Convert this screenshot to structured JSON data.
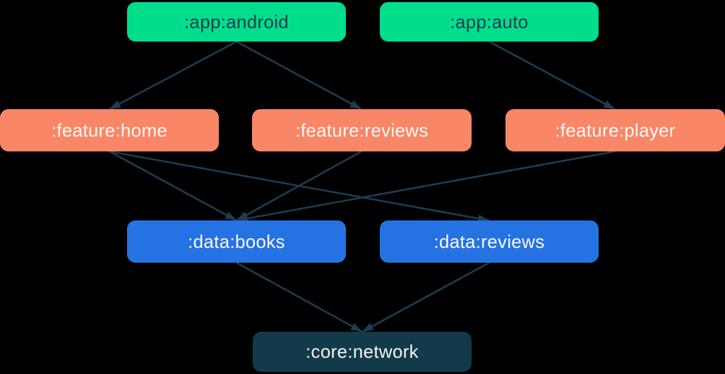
{
  "diagram": {
    "type": "module-dependency-graph",
    "background_color": "#000000",
    "arrow_color": "#1D3C52",
    "nodes": [
      {
        "id": "app-android",
        "label": ":app:android",
        "group": "app",
        "fill": "#00DE8C",
        "text_color": "#1B3A4E"
      },
      {
        "id": "app-auto",
        "label": ":app:auto",
        "group": "app",
        "fill": "#00DE8C",
        "text_color": "#1B3A4E"
      },
      {
        "id": "feature-home",
        "label": ":feature:home",
        "group": "feature",
        "fill": "#F98666",
        "text_color": "#FBF8F5"
      },
      {
        "id": "feature-reviews",
        "label": ":feature:reviews",
        "group": "feature",
        "fill": "#F98666",
        "text_color": "#FBF8F5"
      },
      {
        "id": "feature-player",
        "label": ":feature:player",
        "group": "feature",
        "fill": "#F98666",
        "text_color": "#FBF8F5"
      },
      {
        "id": "data-books",
        "label": ":data:books",
        "group": "data",
        "fill": "#2573E2",
        "text_color": "#FBF8F5"
      },
      {
        "id": "data-reviews",
        "label": ":data:reviews",
        "group": "data",
        "fill": "#2573E2",
        "text_color": "#FBF8F5"
      },
      {
        "id": "core-network",
        "label": ":core:network",
        "group": "core",
        "fill": "#123A4B",
        "text_color": "#F6F3F0"
      }
    ],
    "edges": [
      {
        "from": "app-android",
        "to": "feature-home"
      },
      {
        "from": "app-android",
        "to": "feature-reviews"
      },
      {
        "from": "app-auto",
        "to": "feature-player"
      },
      {
        "from": "feature-home",
        "to": "data-books"
      },
      {
        "from": "feature-home",
        "to": "data-reviews"
      },
      {
        "from": "feature-reviews",
        "to": "data-books"
      },
      {
        "from": "feature-player",
        "to": "data-books"
      },
      {
        "from": "data-books",
        "to": "core-network"
      },
      {
        "from": "data-reviews",
        "to": "core-network"
      }
    ]
  }
}
